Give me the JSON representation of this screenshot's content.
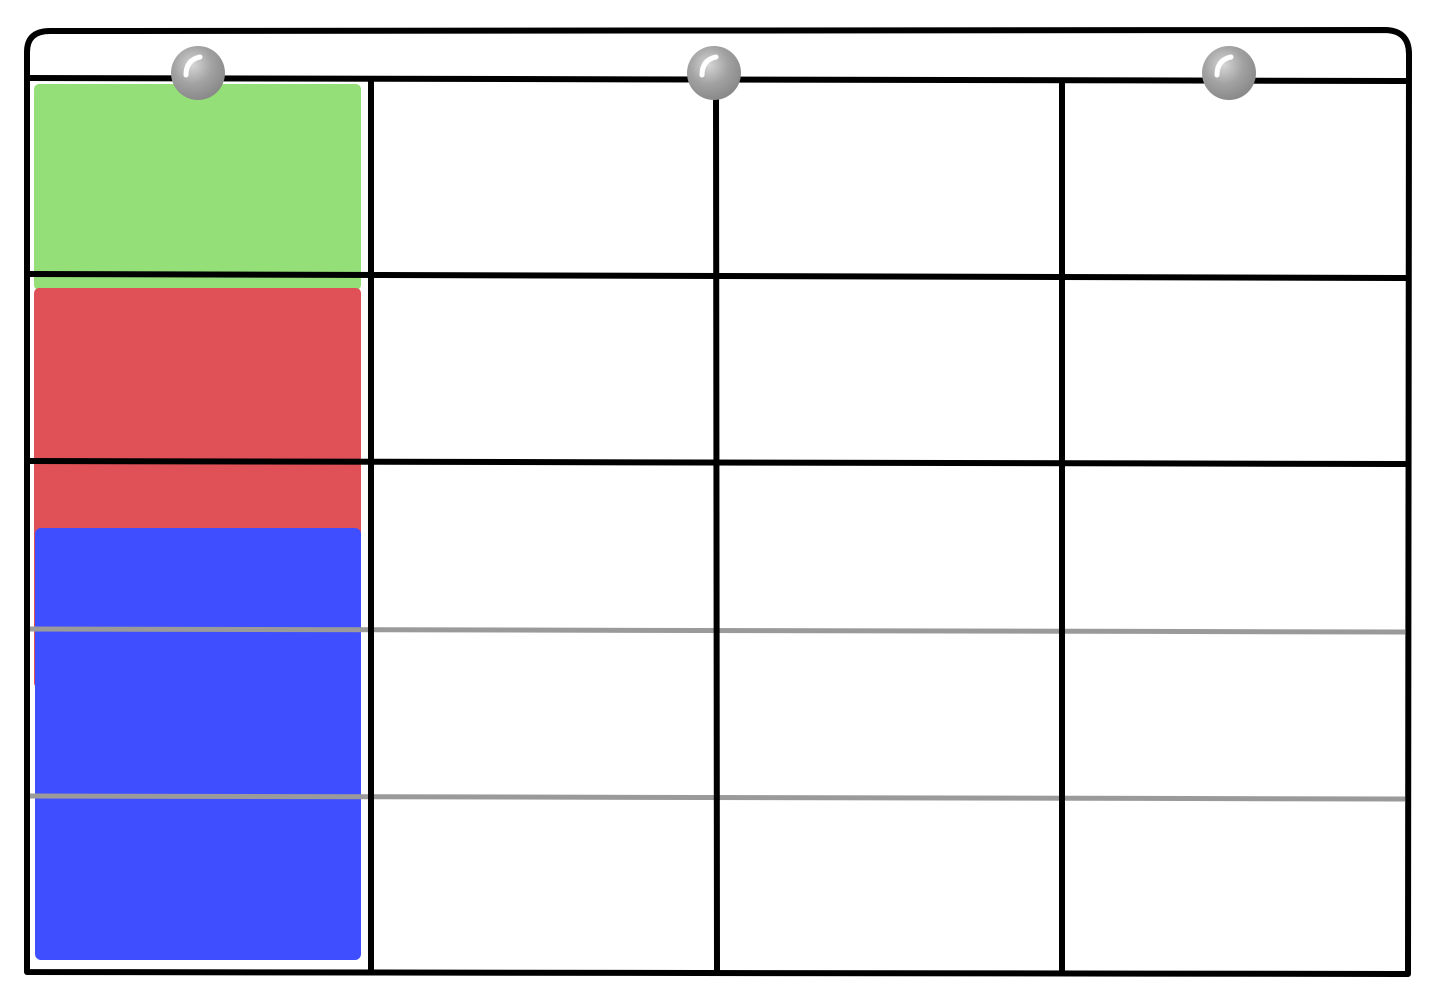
{
  "board": {
    "columns": 4,
    "rows": 5,
    "grid_line_color": "#000000",
    "guide_line_color": "#9a9a9a",
    "background_color": "#ffffff"
  },
  "pins": [
    {
      "name": "pin-left",
      "color": "#9c9c9c"
    },
    {
      "name": "pin-middle",
      "color": "#9c9c9c"
    },
    {
      "name": "pin-right",
      "color": "#9c9c9c"
    }
  ],
  "cards": [
    {
      "name": "green-card",
      "color": "#94df78"
    },
    {
      "name": "red-card",
      "color": "#e05157"
    },
    {
      "name": "blue-card",
      "color": "#3f4fff"
    }
  ]
}
